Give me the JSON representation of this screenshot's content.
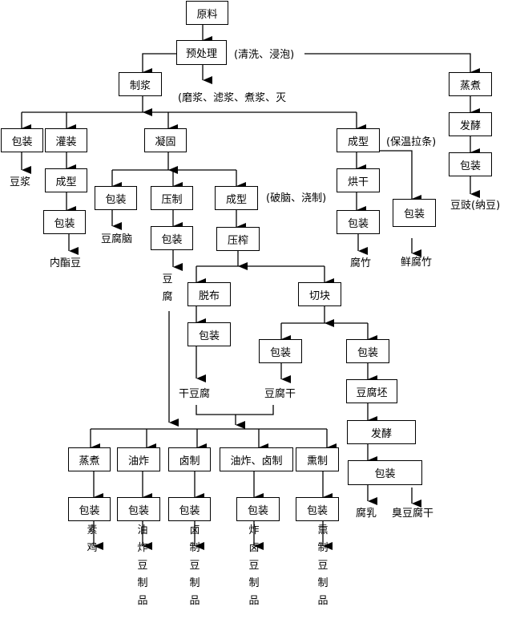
{
  "nodes": {
    "raw": "原料",
    "pre": "预处理",
    "pre_note": "(清洗、浸泡)",
    "pulp": "制浆",
    "pulp_note": "(磨浆、滤浆、煮浆、灭",
    "steam_r": "蒸煮",
    "ferment_r": "发酵",
    "pack_r": "包装",
    "douchi": "豆豉(纳豆)",
    "pack1": "包装",
    "soymilk": "豆浆",
    "fill": "灌装",
    "shape1": "成型",
    "pack2": "包装",
    "neizhi": "内酯豆",
    "coag": "凝固",
    "pack3": "包装",
    "douhuanao": "豆腐脑",
    "press": "压制",
    "pack4": "包装",
    "tofu": "豆腐",
    "shape2": "成型",
    "shape2_note": "(破脑、浇制)",
    "squeeze": "压榨",
    "cloth": "脱布",
    "cut": "切块",
    "pack5": "包装",
    "dry_tofu": "干豆腐",
    "pack6": "包装",
    "tofu_gan": "豆腐干",
    "pack7": "包装",
    "pihi": "豆腐坯",
    "ferment2": "发酵",
    "pack8": "包装",
    "furu": "腐乳",
    "chou": "臭豆腐干",
    "shape3": "成型",
    "shape3_note": "(保温拉条)",
    "bake": "烘干",
    "pack9": "包装",
    "fuzhu": "腐竹",
    "pack10": "包装",
    "xian_fuzhu": "鲜腐竹",
    "b_steam": "蒸煮",
    "b_fry": "油炸",
    "b_lu": "卤制",
    "b_frylu": "油炸、卤制",
    "b_smoke": "熏制",
    "p1": "包装",
    "p2": "包装",
    "p3": "包装",
    "p4": "包装",
    "p5": "包装",
    "o1": "素鸡",
    "o2": "油炸豆制品",
    "o3": "卤制豆制品",
    "o4": "炸卤豆制品",
    "o5": "熏制豆制品"
  }
}
